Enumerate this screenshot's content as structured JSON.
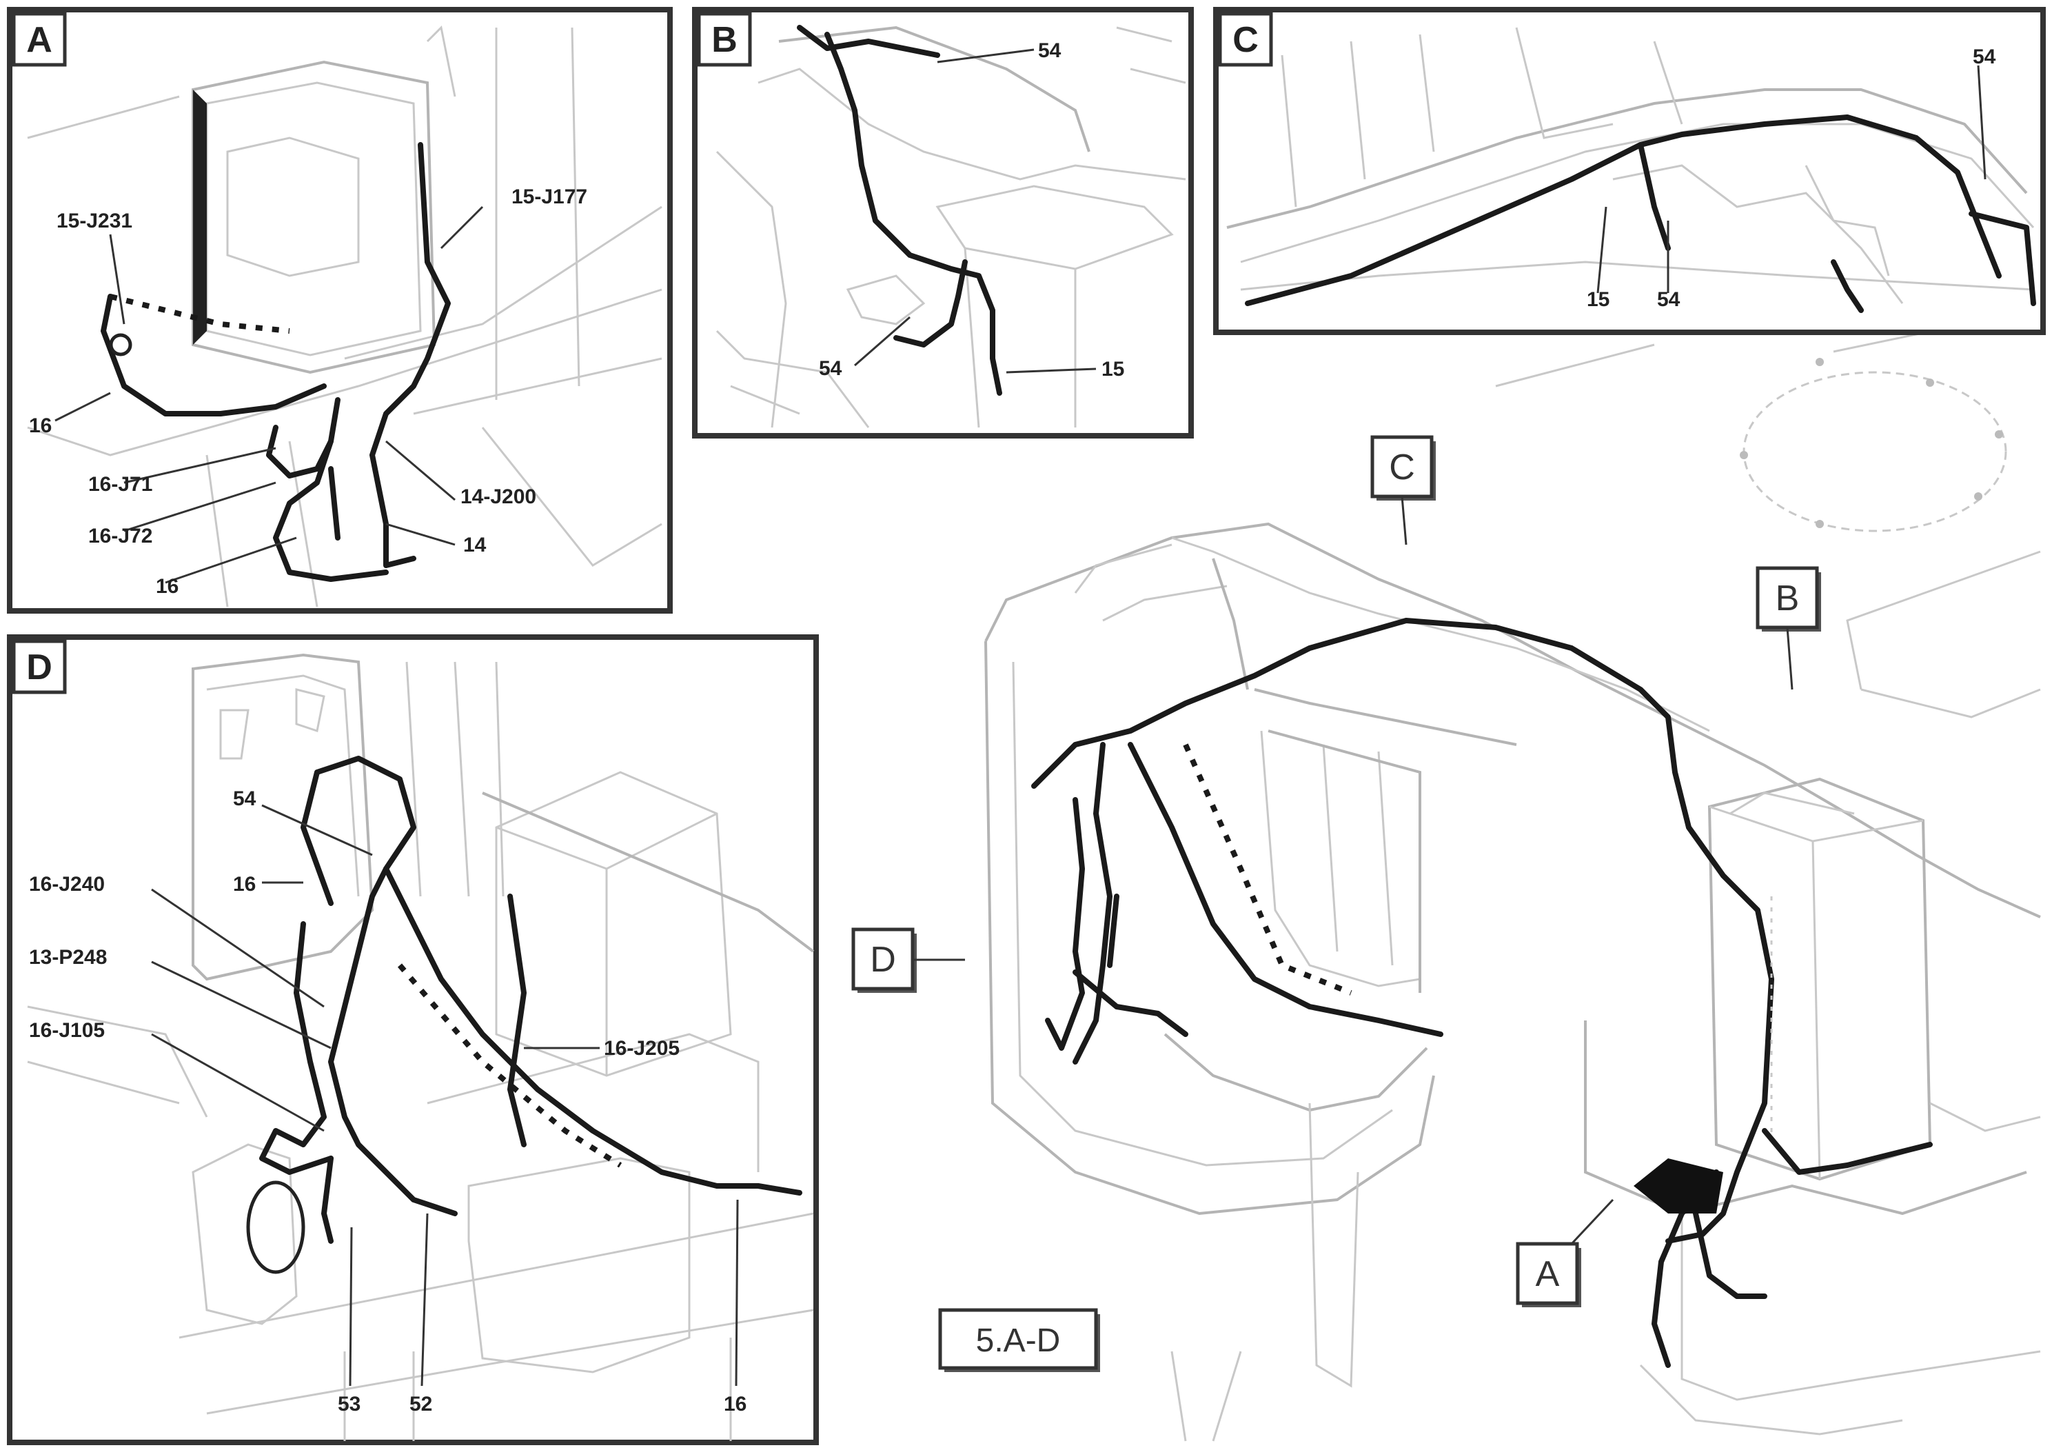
{
  "panels": {
    "A": {
      "label": "A",
      "callouts": {
        "j231": "15-J231",
        "j177": "15-J177",
        "n16_left": "16",
        "j171": "16-J71",
        "j172": "16-J72",
        "j200": "14-J200",
        "n14": "14",
        "n16_bottom": "16"
      }
    },
    "B": {
      "label": "B",
      "callouts": {
        "n54_top": "54",
        "n54_bottom": "54",
        "n15": "15"
      }
    },
    "C": {
      "label": "C",
      "callouts": {
        "n54_right": "54",
        "n15": "15",
        "n54_bottom": "54"
      }
    },
    "D": {
      "label": "D",
      "callouts": {
        "n54": "54",
        "n16": "16",
        "j240": "16-J240",
        "p248": "13-P248",
        "j105": "16-J105",
        "j205": "16-J205",
        "b53": "53",
        "b52": "52",
        "b16": "16"
      }
    }
  },
  "main_tags": {
    "C": "C",
    "B": "B",
    "D": "D",
    "A": "A"
  },
  "assembly_label": "5.A-D",
  "colors": {
    "harness": "#1a1a1a",
    "outline": "#c8c8c8",
    "frame": "#333333"
  }
}
